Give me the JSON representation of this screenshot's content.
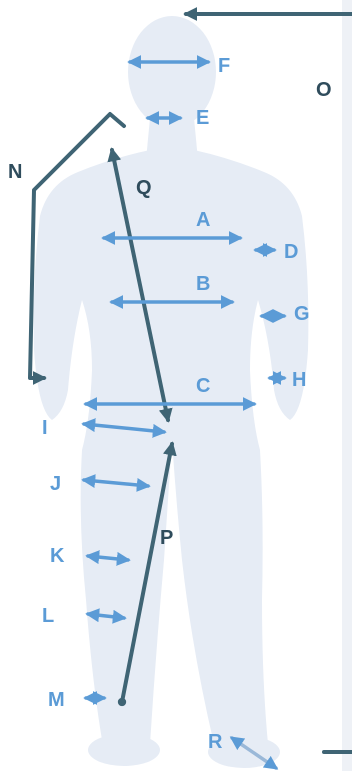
{
  "labels": {
    "A": "A",
    "B": "B",
    "C": "C",
    "D": "D",
    "E": "E",
    "F": "F",
    "G": "G",
    "H": "H",
    "I": "I",
    "J": "J",
    "K": "K",
    "L": "L",
    "M": "M",
    "N": "N",
    "O": "O",
    "P": "P",
    "Q": "Q",
    "R": "R"
  },
  "colors": {
    "silhouette": "#e6ecf5",
    "measure_arrow": "#5b9bd6",
    "guide_line": "#3f6474",
    "label_blue": "#5b9bd6",
    "label_dark": "#2f4c5c",
    "background": "#ffffff"
  }
}
